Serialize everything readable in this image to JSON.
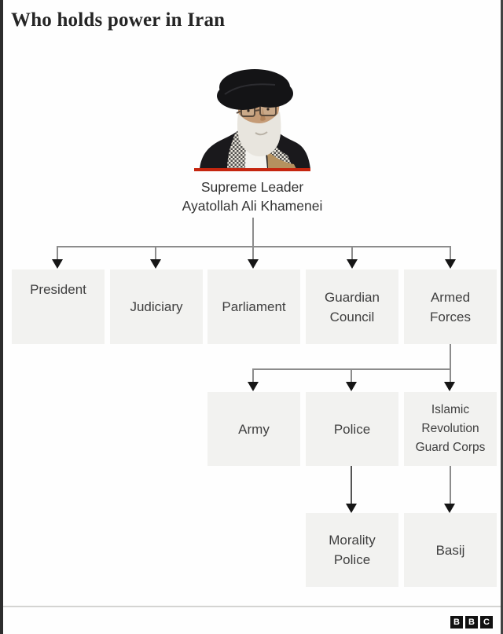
{
  "title": "Who holds power in Iran",
  "root": {
    "role": "Supreme Leader",
    "name": "Ayatollah Ali Khamenei",
    "portrait": "photo of Ayatollah Ali Khamenei (black turban, glasses, white beard, keffiyeh scarf)"
  },
  "level1": [
    {
      "label": "President"
    },
    {
      "label": "Judiciary"
    },
    {
      "label": "Parliament"
    },
    {
      "label": "Guardian Council"
    },
    {
      "label": "Armed Forces"
    }
  ],
  "level2": [
    {
      "label": "Army"
    },
    {
      "label": "Police"
    },
    {
      "label": "Islamic Revolution Guard Corps"
    }
  ],
  "level3": [
    {
      "label": "Morality Police"
    },
    {
      "label": "Basij"
    }
  ],
  "logo": {
    "letters": [
      "B",
      "B",
      "C"
    ]
  },
  "colors": {
    "accent_red": "#c5260f",
    "box_bg": "#f2f2f0",
    "box_text": "#3f3f3f",
    "connector_line": "#8c8c8c",
    "arrowhead": "#161616",
    "side_border": "#2d2d2d"
  }
}
